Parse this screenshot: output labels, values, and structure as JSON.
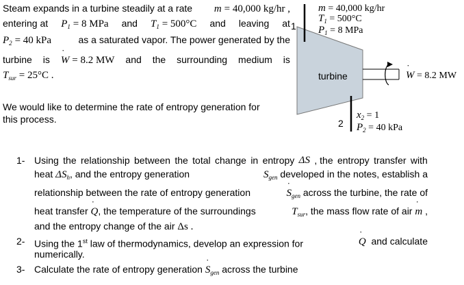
{
  "problem": {
    "line1": [
      "Steam expands in a turbine steadily at a rate",
      "= 40,000 kg/hr ,"
    ],
    "line2": [
      "entering at",
      "= 8 MPa",
      "and",
      "= 500°C",
      "and",
      "leaving",
      "at"
    ],
    "line3": [
      "= 40 kPa",
      "as a saturated vapor. The power generated by the"
    ],
    "line4": [
      "turbine",
      "is",
      "= 8.2 MW",
      "and",
      "the",
      "surrounding",
      "medium",
      "is"
    ],
    "line5": "= 25°C .",
    "goal_line1": "We would like to determine the rate of entropy generation for",
    "goal_line2": "this process."
  },
  "diagram": {
    "inlet_number": "1",
    "outlet_number": "2",
    "mdot": "= 40,000 kg/hr",
    "T1": "= 500°C",
    "P1": "= 8 MPa",
    "turbine_label": "turbine",
    "W": "= 8.2 MW",
    "x2": "= 1",
    "P2": "= 40 kPa"
  },
  "tasks": [
    {
      "number": "1-",
      "l1": [
        "Using",
        "the",
        "relationship",
        "between",
        "the",
        "total",
        "change",
        "in",
        "entropy",
        "ΔS",
        ", the",
        "entropy",
        "transfer",
        "with"
      ],
      "l2a": "heat",
      "l2b": ", and the entropy generation",
      "l2c": "developed in the notes, establish a",
      "l3a": "relationship between the rate of entropy generation",
      "l3b": "across the turbine, the rate of",
      "l4a": "heat transfer",
      "l4b": ", the temperature of the surroundings",
      "l4c": ", the mass flow rate of air",
      "l4d": ",",
      "l5a": "and the entropy change of the air",
      "l5b": "Δs ."
    },
    {
      "number": "2-",
      "l1a": "Using the 1",
      "sup": "st",
      "l1b": "law of thermodynamics, develop an expression for",
      "l1c": "and calculate",
      "l2": "numerically."
    },
    {
      "number": "3-",
      "l1a": "Calculate the rate of entropy generation",
      "l1b": "across the turbine"
    }
  ]
}
